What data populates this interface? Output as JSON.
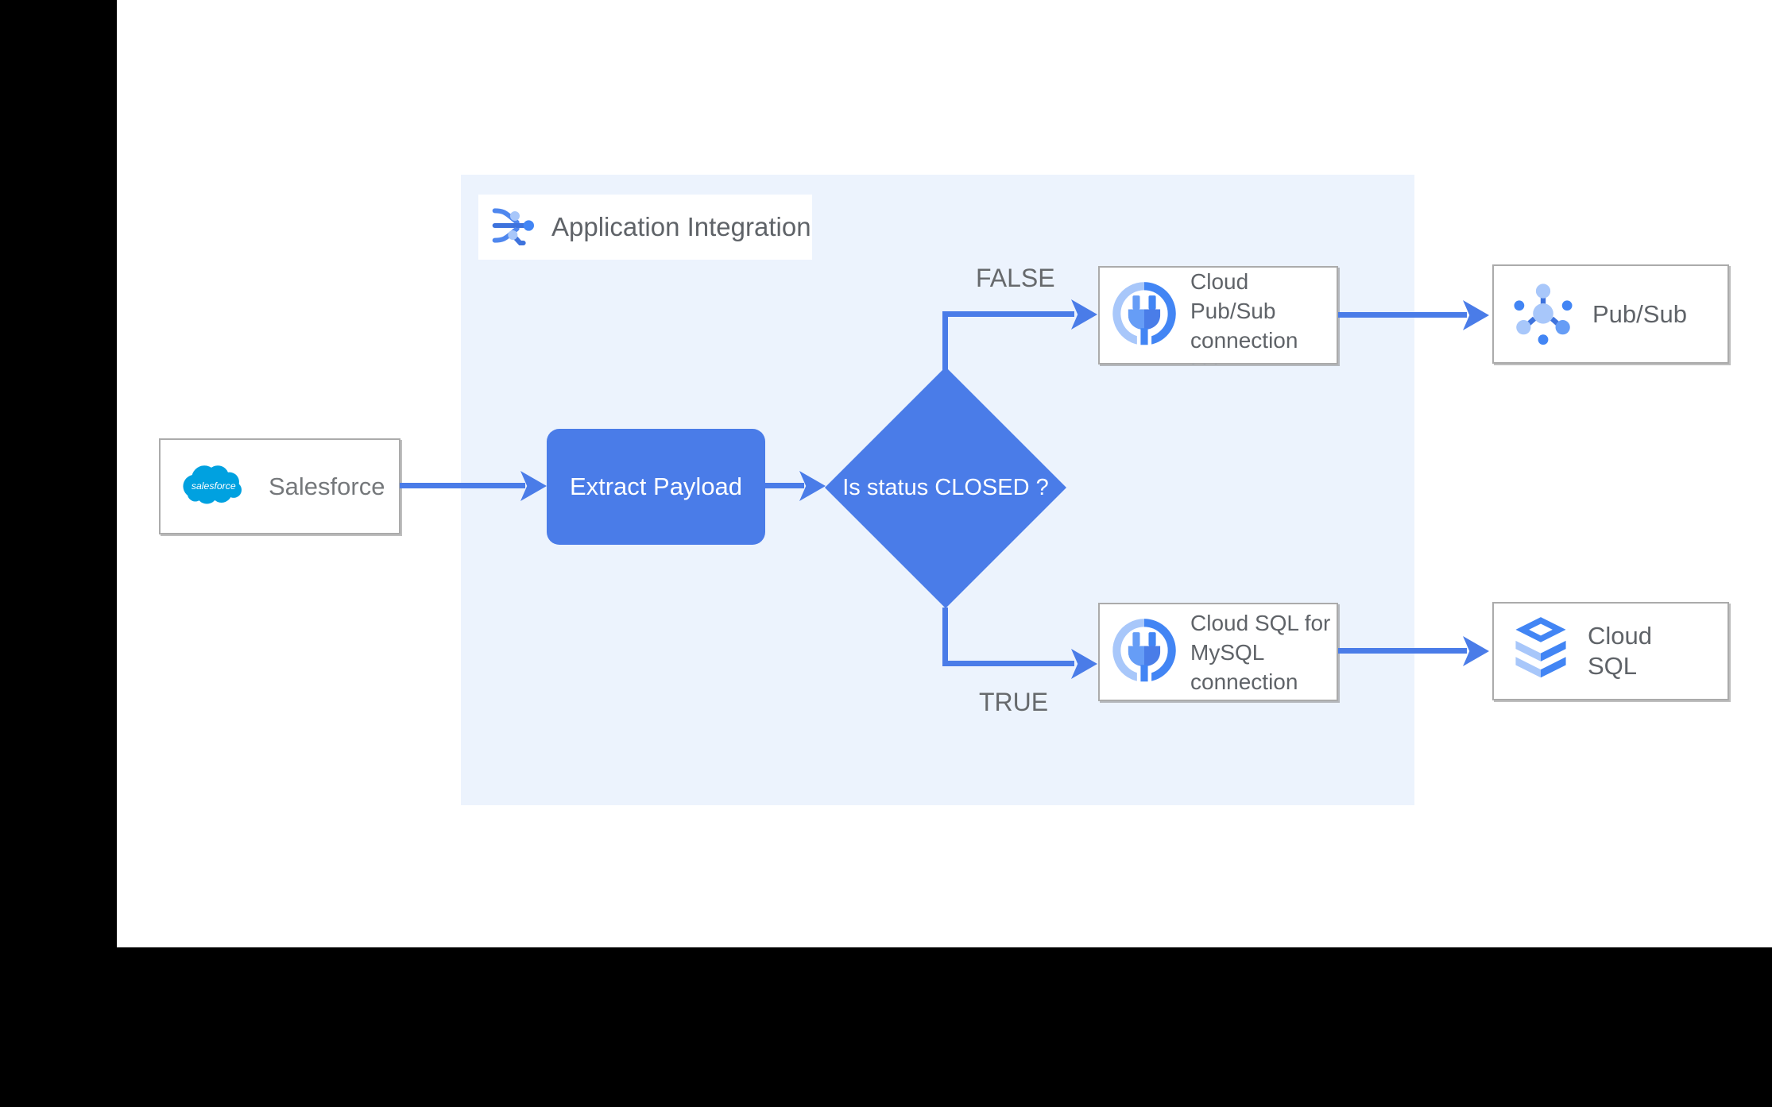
{
  "diagram": {
    "panel_label": "Application Integration",
    "nodes": {
      "salesforce": {
        "label": "Salesforce",
        "logo_text": "salesforce"
      },
      "extract_payload": {
        "label": "Extract Payload"
      },
      "decision": {
        "label": "Is status CLOSED ?"
      },
      "pubsub_connection": {
        "lines": [
          "Cloud Pub/Sub",
          "connection"
        ],
        "clipped_hint": "..."
      },
      "pubsub": {
        "label": "Pub/Sub"
      },
      "cloudsql_connection": {
        "lines": [
          "Cloud SQL for",
          "MySQL",
          "connection"
        ]
      },
      "cloudsql": {
        "lines": [
          "Cloud",
          "SQL"
        ]
      }
    },
    "edge_labels": {
      "false_branch": "FALSE",
      "true_branch": "TRUE"
    },
    "colors": {
      "node_blue": "#4a7ce8",
      "arrow_blue": "#4a7ce8",
      "panel_bg": "#ecf3fd",
      "label_gray": "#5f6368",
      "border_gray": "#ababab",
      "salesforce_blue": "#00a1e0",
      "icon_blue": "#4285f4",
      "icon_mid_blue": "#669df6",
      "icon_light_blue": "#a8c7fa"
    }
  }
}
